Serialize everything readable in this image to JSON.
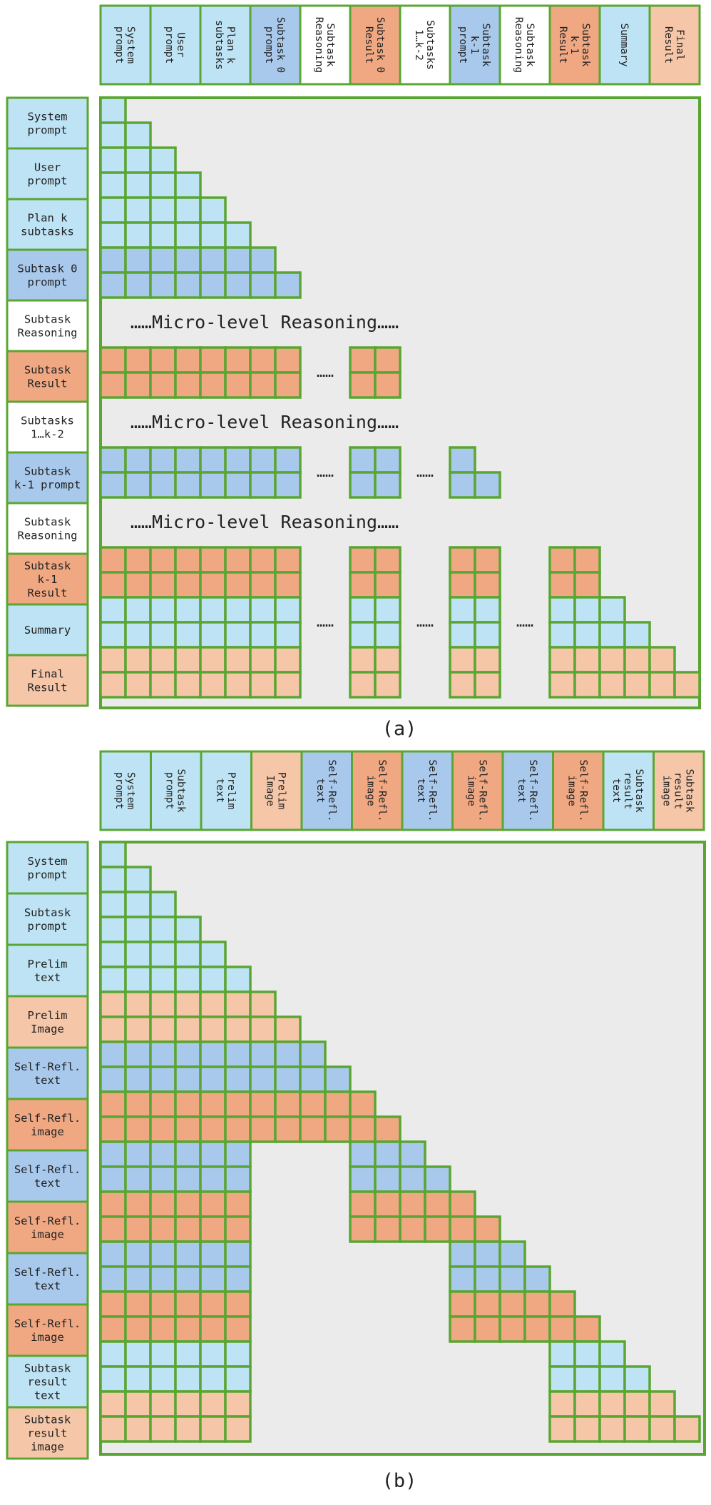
{
  "colors": {
    "light_blue": "#BEE3F4",
    "mid_blue": "#A8C9EC",
    "salmon": "#F0A882",
    "peach": "#F6C6A8",
    "white": "#FFFFFF",
    "border_green": "#5AA632",
    "background_grey": "#EBEBEB"
  },
  "a": {
    "column_headers": [
      {
        "text": "System\nprompt",
        "color": "light_blue"
      },
      {
        "text": "User\nprompt",
        "color": "light_blue"
      },
      {
        "text": "Plan k\nsubtasks",
        "color": "light_blue"
      },
      {
        "text": "Subtask 0\nprompt",
        "color": "mid_blue"
      },
      {
        "text": "Subtask\nReasoning",
        "color": "white"
      },
      {
        "text": "Subtask 0\nResult",
        "color": "salmon"
      },
      {
        "text": "Subtasks\n1…k-2",
        "color": "white"
      },
      {
        "text": "Subtask\nk-1\nprompt",
        "color": "mid_blue"
      },
      {
        "text": "Subtask\nReasoning",
        "color": "white"
      },
      {
        "text": "Subtask\nk-1\nResult",
        "color": "salmon"
      },
      {
        "text": "Summary",
        "color": "light_blue"
      },
      {
        "text": "Final\nResult",
        "color": "peach"
      }
    ],
    "row_labels": [
      {
        "text": "System\nprompt",
        "color": "light_blue"
      },
      {
        "text": "User\nprompt",
        "color": "light_blue"
      },
      {
        "text": "Plan k\nsubtasks",
        "color": "light_blue"
      },
      {
        "text": "Subtask 0\nprompt",
        "color": "mid_blue"
      },
      {
        "text": "Subtask\nReasoning",
        "color": "white"
      },
      {
        "text": "Subtask\nResult",
        "color": "salmon"
      },
      {
        "text": "Subtasks\n1…k-2",
        "color": "white"
      },
      {
        "text": "Subtask\nk-1 prompt",
        "color": "mid_blue"
      },
      {
        "text": "Subtask\nReasoning",
        "color": "white"
      },
      {
        "text": "Subtask\nk-1\nResult",
        "color": "salmon"
      },
      {
        "text": "Summary",
        "color": "light_blue"
      },
      {
        "text": "Final\nResult",
        "color": "peach"
      }
    ],
    "reasoning_text": "……Micro-level Reasoning……",
    "ellipsis": "……",
    "caption": "(a)"
  },
  "b": {
    "column_headers": [
      {
        "text": "System\nprompt",
        "color": "light_blue"
      },
      {
        "text": "Subtask\nprompt",
        "color": "light_blue"
      },
      {
        "text": "Prelim\ntext",
        "color": "light_blue"
      },
      {
        "text": "Prelim\nImage",
        "color": "peach"
      },
      {
        "text": "Self-Refl.\ntext",
        "color": "mid_blue"
      },
      {
        "text": "Self-Refl.\nimage",
        "color": "salmon"
      },
      {
        "text": "Self-Refl.\ntext",
        "color": "mid_blue"
      },
      {
        "text": "Self-Refl.\nimage",
        "color": "salmon"
      },
      {
        "text": "Self-Refl.\ntext",
        "color": "mid_blue"
      },
      {
        "text": "Self-Refl.\nimage",
        "color": "salmon"
      },
      {
        "text": "Subtask\nresult\ntext",
        "color": "light_blue"
      },
      {
        "text": "Subtask\nresult\nimage",
        "color": "peach"
      }
    ],
    "row_labels": [
      {
        "text": "System\nprompt",
        "color": "light_blue"
      },
      {
        "text": "Subtask\nprompt",
        "color": "light_blue"
      },
      {
        "text": "Prelim\ntext",
        "color": "light_blue"
      },
      {
        "text": "Prelim\nImage",
        "color": "peach"
      },
      {
        "text": "Self-Refl.\ntext",
        "color": "mid_blue"
      },
      {
        "text": "Self-Refl.\nimage",
        "color": "salmon"
      },
      {
        "text": "Self-Refl.\ntext",
        "color": "mid_blue"
      },
      {
        "text": "Self-Refl.\nimage",
        "color": "salmon"
      },
      {
        "text": "Self-Refl.\ntext",
        "color": "mid_blue"
      },
      {
        "text": "Self-Refl.\nimage",
        "color": "salmon"
      },
      {
        "text": "Subtask\nresult\ntext",
        "color": "light_blue"
      },
      {
        "text": "Subtask\nresult\nimage",
        "color": "peach"
      }
    ],
    "caption": "(b)"
  }
}
